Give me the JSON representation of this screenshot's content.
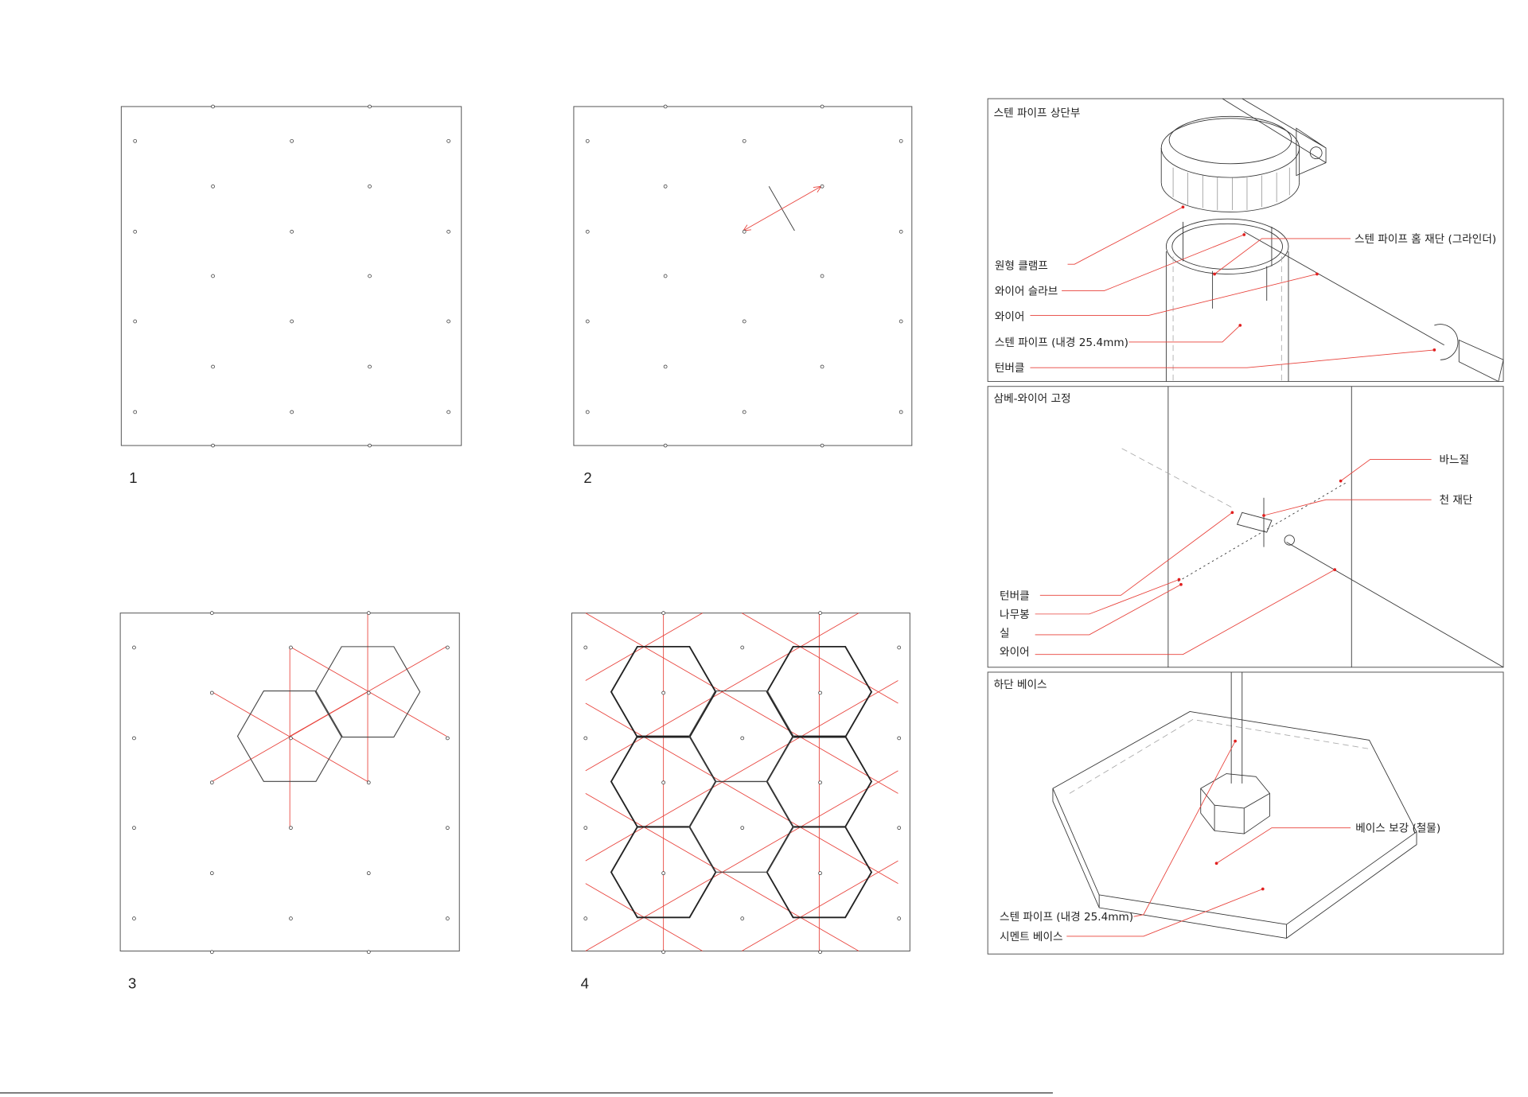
{
  "steps": [
    {
      "number": "1"
    },
    {
      "number": "2"
    },
    {
      "number": "3"
    },
    {
      "number": "4"
    }
  ],
  "detail_top": {
    "title": "스텐 파이프 상단부",
    "labels": {
      "clamp": "원형 클램프",
      "sleeve": "와이어 슬라브",
      "wire": "와이어",
      "pipe": "스텐 파이프 (내경 25.4mm)",
      "turnbuckle": "턴버클",
      "groove": "스텐 파이프 홈 재단 (그라인더)"
    }
  },
  "detail_mid": {
    "title": "삼베-와이어 고정",
    "labels": {
      "turnbuckle": "턴버클",
      "wood_rod": "나무봉",
      "thread": "실",
      "wire": "와이어",
      "stitch": "바느질",
      "fabric_cut": "천 재단"
    }
  },
  "detail_bottom": {
    "title": "하단 베이스",
    "labels": {
      "pipe": "스텐 파이프 (내경 25.4mm)",
      "cement": "시멘트 베이스",
      "reinforce": "베이스 보강 (철물)"
    }
  },
  "colors": {
    "accent": "#e8413a",
    "ink": "#333333"
  }
}
